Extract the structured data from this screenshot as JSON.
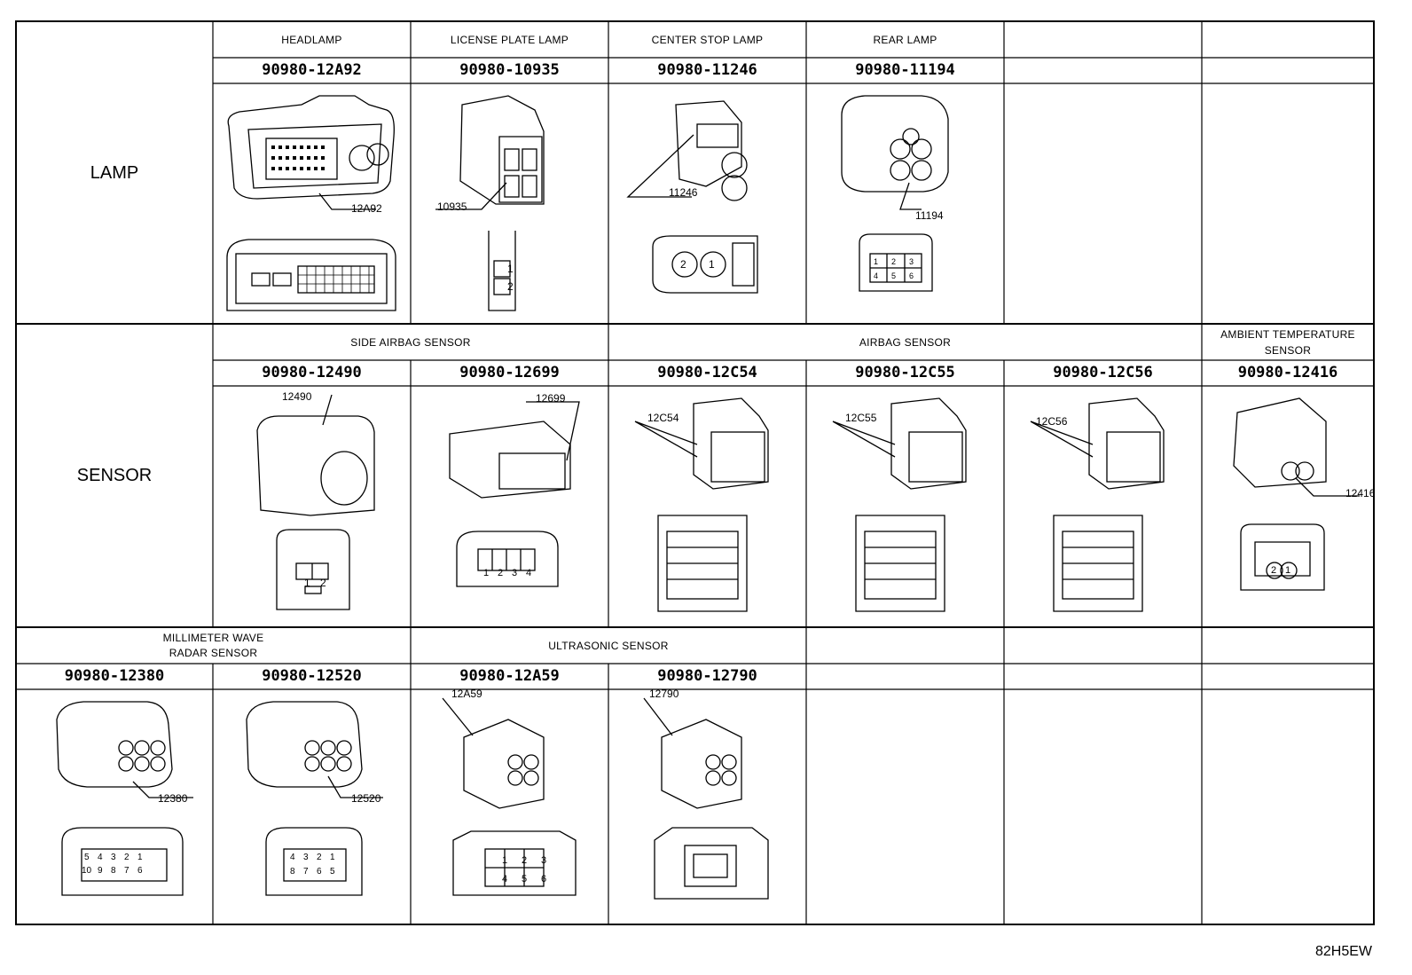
{
  "categories": {
    "lamp": "LAMP",
    "sensor": "SENSOR"
  },
  "lamp_row": {
    "headers": [
      "HEADLAMP",
      "LICENSE PLATE LAMP",
      "CENTER STOP LAMP",
      "REAR LAMP"
    ],
    "part_numbers": [
      "90980-12A92",
      "90980-10935",
      "90980-11246",
      "90980-11194"
    ],
    "callouts": [
      "12A92",
      "10935",
      "11246",
      "11194"
    ]
  },
  "sensor_row": {
    "headers": {
      "side_airbag": "SIDE AIRBAG SENSOR",
      "airbag": "AIRBAG SENSOR",
      "ambient_1": "AMBIENT TEMPERATURE",
      "ambient_2": "SENSOR"
    },
    "part_numbers": [
      "90980-12490",
      "90980-12699",
      "90980-12C54",
      "90980-12C55",
      "90980-12C56",
      "90980-12416"
    ],
    "callouts": [
      "12490",
      "12699",
      "12C54",
      "12C55",
      "12C56",
      "12416"
    ]
  },
  "radar_row": {
    "headers": {
      "radar_1": "MILLIMETER WAVE",
      "radar_2": "RADAR SENSOR",
      "ultrasonic": "ULTRASONIC SENSOR"
    },
    "part_numbers": [
      "90980-12380",
      "90980-12520",
      "90980-12A59",
      "90980-12790"
    ],
    "callouts": [
      "12380",
      "12520",
      "12A59",
      "12790"
    ]
  },
  "pin_labels": {
    "license": [
      "1",
      "2"
    ],
    "center_stop": [
      "2",
      "1"
    ],
    "rear": [
      "1",
      "2",
      "3",
      "4",
      "5",
      "6"
    ],
    "side_airbag_1": [
      "1",
      "2"
    ],
    "side_airbag_2": [
      "1",
      "2",
      "3",
      "4"
    ],
    "ambient": [
      "2",
      "1"
    ],
    "radar_1": [
      "5",
      "4",
      "3",
      "2",
      "1",
      "10",
      "9",
      "8",
      "7",
      "6"
    ],
    "radar_2": [
      "4",
      "3",
      "2",
      "1",
      "8",
      "7",
      "6",
      "5"
    ],
    "ultra_1": [
      "1",
      "2",
      "3",
      "4",
      "5",
      "6"
    ]
  },
  "reference_code": "82H5EW"
}
